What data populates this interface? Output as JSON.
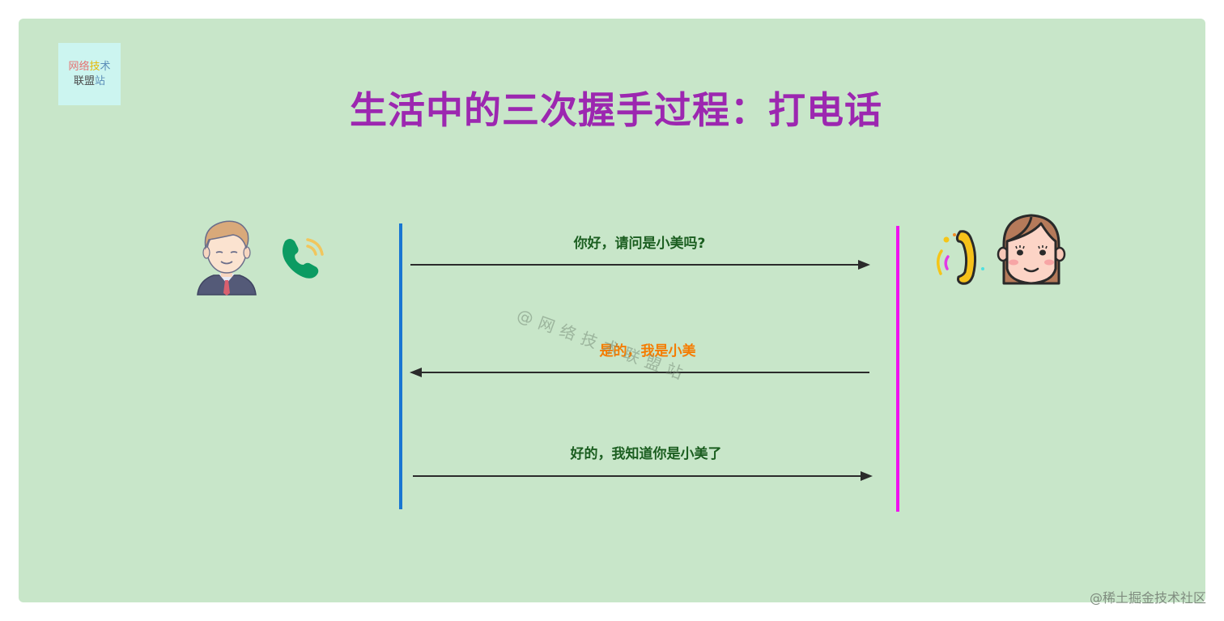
{
  "logo": {
    "row1": [
      {
        "char": "网",
        "color": "#e57373"
      },
      {
        "char": "络",
        "color": "#e57373"
      },
      {
        "char": "技",
        "color": "#e6b800"
      },
      {
        "char": "术",
        "color": "#5c8fb8"
      }
    ],
    "row2": [
      {
        "char": "联",
        "color": "#4a4a4a"
      },
      {
        "char": "盟",
        "color": "#4a4a4a"
      },
      {
        "char": "站",
        "color": "#5c8fb8"
      }
    ]
  },
  "title": "生活中的三次握手过程：打电话",
  "colors": {
    "background": "#c8e6c9",
    "title": "#9c27b0",
    "left_line": "#1976d2",
    "right_line": "#f012f0",
    "msg_green": "#1b5e20",
    "msg_orange": "#f57c00",
    "arrow": "#2b2b2b"
  },
  "participants": {
    "caller": {
      "icon": "man-avatar-icon",
      "phone_icon": "green-phone-icon"
    },
    "callee": {
      "icon": "woman-avatar-icon",
      "phone_icon": "ringing-phone-icon"
    }
  },
  "messages": [
    {
      "text": "你好，请问是小美吗?",
      "direction": "right",
      "color": "#1b5e20"
    },
    {
      "text": "是的，我是小美",
      "direction": "left",
      "color": "#f57c00"
    },
    {
      "text": "好的，我知道你是小美了",
      "direction": "right",
      "color": "#1b5e20"
    }
  ],
  "watermark": "@网络技术联盟站",
  "footer": "@稀土掘金技术社区"
}
